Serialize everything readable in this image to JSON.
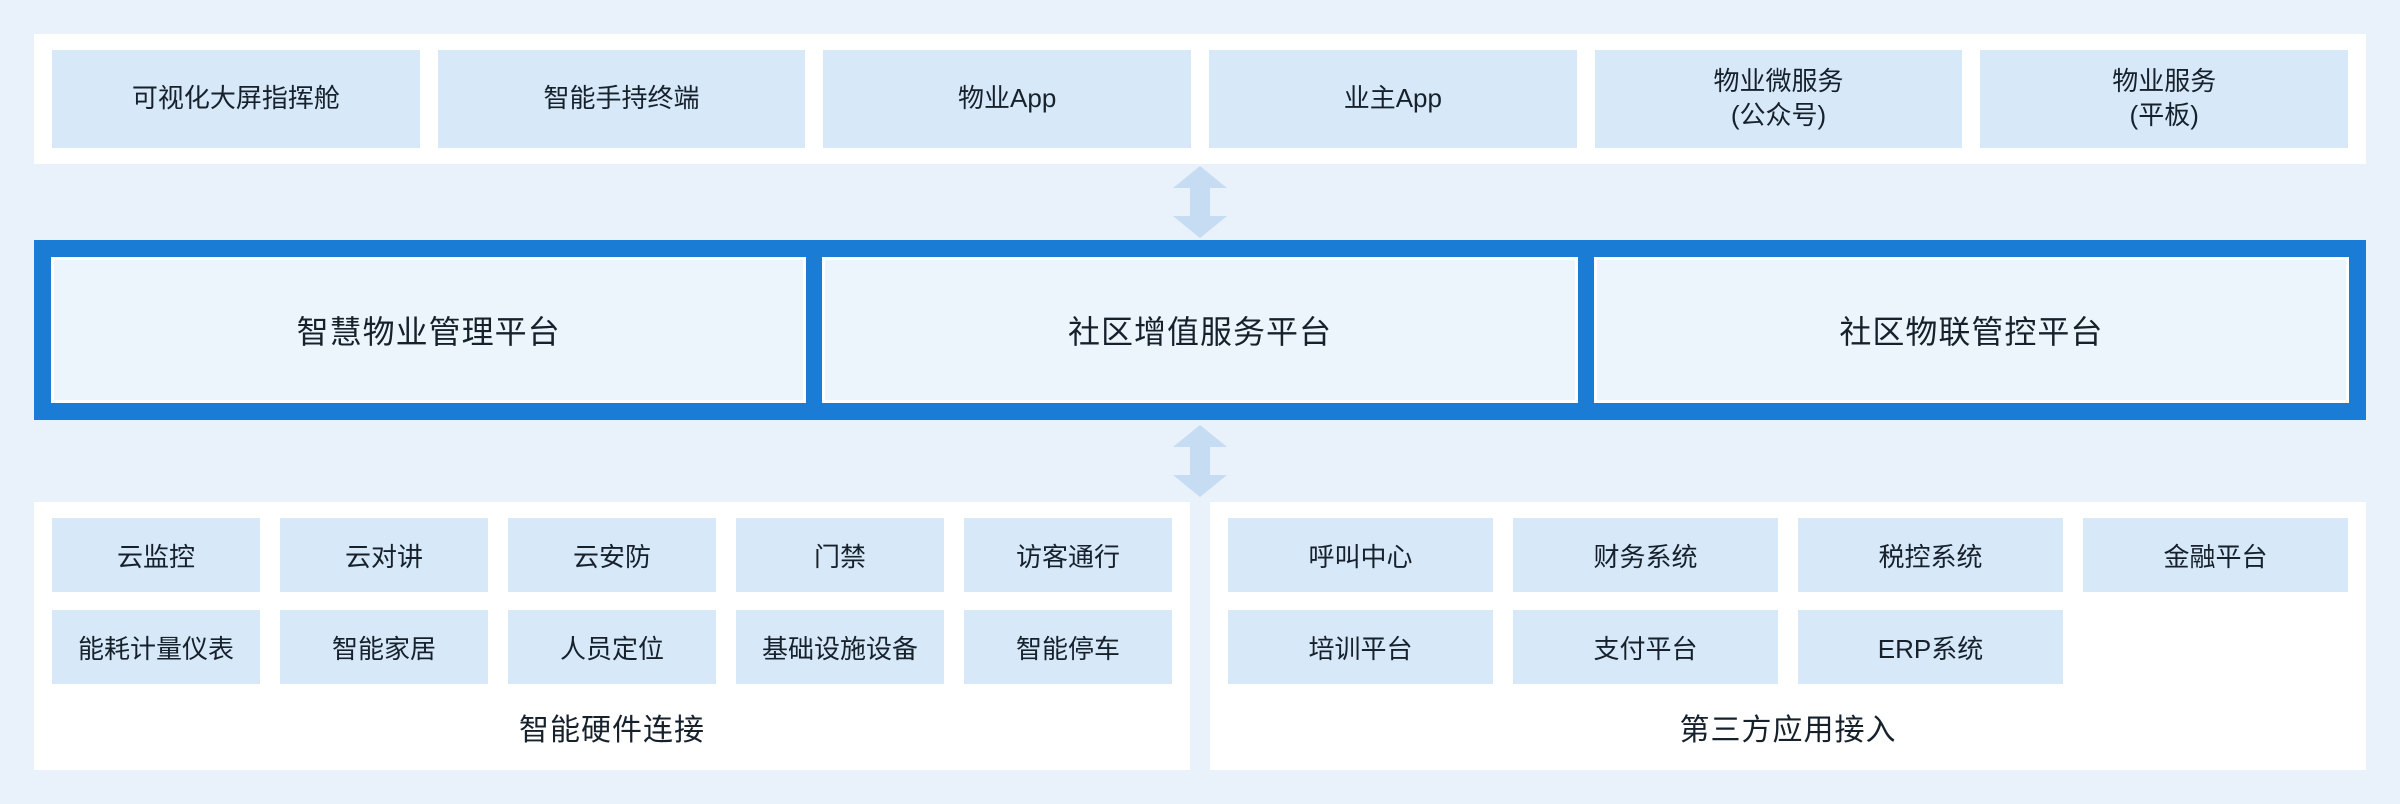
{
  "colors": {
    "page_background": "#e9f1fa",
    "panel_background": "#ffffff",
    "item_fill": "#d7e8f8",
    "platform_frame_blue": "#1a7cd4",
    "platform_fill": "#edf5fc",
    "arrow_fill": "#c6dcf3",
    "text": "#16212c"
  },
  "terminals": {
    "items": [
      {
        "label": "可视化大屏指挥舱"
      },
      {
        "label": "智能手持终端"
      },
      {
        "label": "物业App"
      },
      {
        "label": "业主App"
      },
      {
        "label": "物业微服务\n(公众号)"
      },
      {
        "label": "物业服务\n(平板)"
      }
    ]
  },
  "platforms": {
    "items": [
      {
        "label": "智慧物业管理平台"
      },
      {
        "label": "社区增值服务平台"
      },
      {
        "label": "社区物联管控平台"
      }
    ]
  },
  "hardware_section": {
    "title": "智能硬件连接",
    "row1": [
      {
        "label": "云监控"
      },
      {
        "label": "云对讲"
      },
      {
        "label": "云安防"
      },
      {
        "label": "门禁"
      },
      {
        "label": "访客通行"
      }
    ],
    "row2": [
      {
        "label": "能耗计量仪表"
      },
      {
        "label": "智能家居"
      },
      {
        "label": "人员定位"
      },
      {
        "label": "基础设施设备"
      },
      {
        "label": "智能停车"
      }
    ]
  },
  "thirdparty_section": {
    "title": "第三方应用接入",
    "row1": [
      {
        "label": "呼叫中心"
      },
      {
        "label": "财务系统"
      },
      {
        "label": "税控系统"
      },
      {
        "label": "金融平台"
      }
    ],
    "row2": [
      {
        "label": "培训平台"
      },
      {
        "label": "支付平台"
      },
      {
        "label": "ERP系统"
      }
    ]
  }
}
